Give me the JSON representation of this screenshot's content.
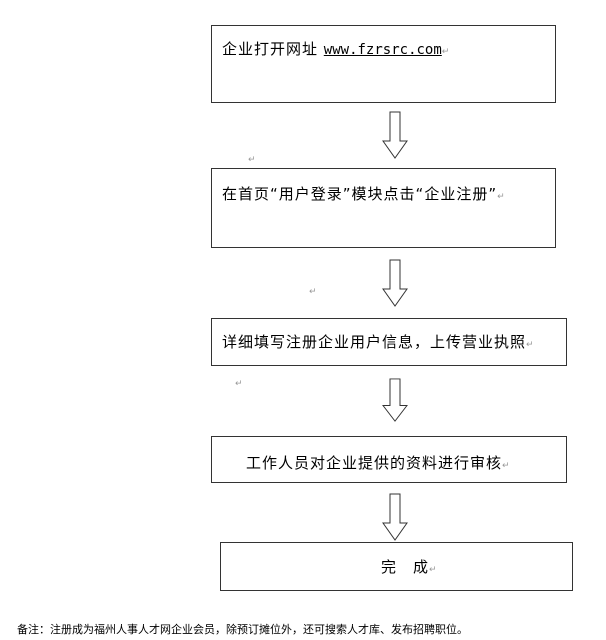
{
  "steps": [
    {
      "text": "企业打开网址 ",
      "url": "www.fzrsrc.com"
    },
    {
      "text": "在首页“用户登录”模块点击“企业注册”"
    },
    {
      "text": "详细填写注册企业用户信息，上传营业执照"
    },
    {
      "text": "工作人员对企业提供的资料进行审核"
    },
    {
      "text": "完　成"
    }
  ],
  "return_mark": "↵",
  "note": "备注：注册成为福州人事人才网企业会员，除预订摊位外，还可搜索人才库、发布招聘职位。"
}
